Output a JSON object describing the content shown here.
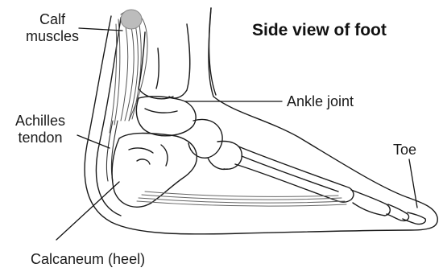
{
  "diagram": {
    "title": "Side view of foot",
    "labels": {
      "calf_muscles_line1": "Calf",
      "calf_muscles_line2": "muscles",
      "achilles_line1": "Achilles",
      "achilles_line2": "tendon",
      "ankle_joint": "Ankle joint",
      "toe": "Toe",
      "calcaneum": "Calcaneum (heel)"
    },
    "colors": {
      "ink": "#1a1a1a",
      "muscle_shade": "#8a8a8a",
      "background": "#ffffff"
    }
  }
}
